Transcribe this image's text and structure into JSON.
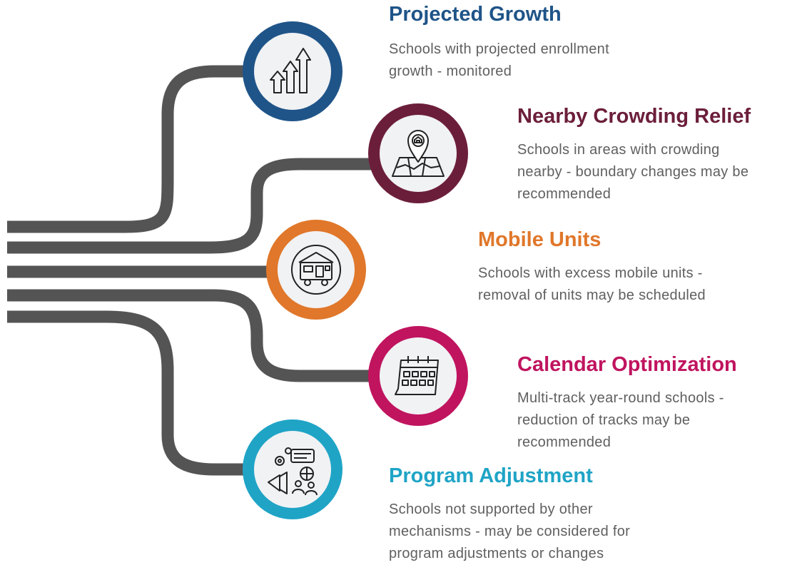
{
  "colors": {
    "line": "#545454",
    "node_fill": "#f1f2f4",
    "blue": "#1f5488",
    "maroon": "#6b1e3a",
    "orange": "#e0772a",
    "magenta": "#c0145f",
    "cyan": "#1fa4c6"
  },
  "items": [
    {
      "title": "Projected Growth",
      "desc_lines": [
        "Schools with projected enrollment",
        "growth - monitored"
      ],
      "icon": "growth-arrows-icon",
      "color": "#1f5488"
    },
    {
      "title": "Nearby Crowding Relief",
      "desc_lines": [
        "Schools in areas with crowding",
        "nearby - boundary changes may be",
        "recommended"
      ],
      "icon": "map-pin-school-icon",
      "color": "#6b1e3a"
    },
    {
      "title": "Mobile Units",
      "desc_lines": [
        "Schools with excess mobile units -",
        "removal of units may be scheduled"
      ],
      "icon": "mobile-unit-icon",
      "color": "#e0772a"
    },
    {
      "title": "Calendar Optimization",
      "desc_lines": [
        "Multi-track year-round schools -",
        "reduction of tracks may be",
        "recommended"
      ],
      "icon": "calendar-icon",
      "color": "#c0145f"
    },
    {
      "title": "Program Adjustment",
      "desc_lines": [
        "Schools not supported by other",
        "mechanisms - may be considered for",
        "program adjustments or changes"
      ],
      "icon": "program-adjustment-icon",
      "color": "#1fa4c6"
    }
  ]
}
